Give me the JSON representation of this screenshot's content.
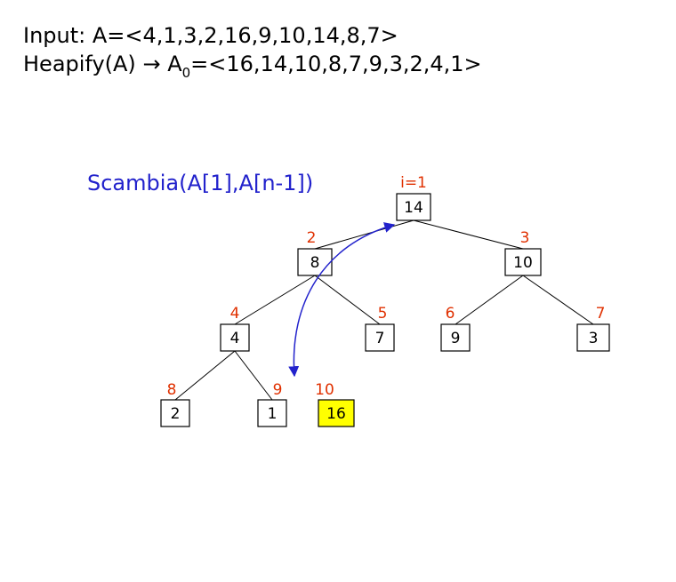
{
  "header": {
    "input_label": "Input: ",
    "input_value": "A=<4,1,3,2,16,9,10,14,8,7>",
    "heapify_call": "Heapify(A)",
    "arrow": "→",
    "result_var": "A",
    "result_sub": "0",
    "result_value": "=<16,14,10,8,7,9,3,2,4,1>"
  },
  "swap_label": "Scambia(A[1],A[n-1])",
  "colors": {
    "index": "#e03000",
    "swap": "#2222cc",
    "highlight": "#ffff00"
  },
  "tree": {
    "nodes": [
      {
        "id": 1,
        "index_label": "i=1",
        "value": "14",
        "highlight": false
      },
      {
        "id": 2,
        "index_label": "2",
        "value": "8",
        "highlight": false
      },
      {
        "id": 3,
        "index_label": "3",
        "value": "10",
        "highlight": false
      },
      {
        "id": 4,
        "index_label": "4",
        "value": "4",
        "highlight": false
      },
      {
        "id": 5,
        "index_label": "5",
        "value": "7",
        "highlight": false
      },
      {
        "id": 6,
        "index_label": "6",
        "value": "9",
        "highlight": false
      },
      {
        "id": 7,
        "index_label": "7",
        "value": "3",
        "highlight": false
      },
      {
        "id": 8,
        "index_label": "8",
        "value": "2",
        "highlight": false
      },
      {
        "id": 9,
        "index_label": "9",
        "value": "1",
        "highlight": false
      },
      {
        "id": 10,
        "index_label": "10",
        "value": "16",
        "highlight": true
      }
    ],
    "edges": [
      [
        1,
        2
      ],
      [
        1,
        3
      ],
      [
        2,
        4
      ],
      [
        2,
        5
      ],
      [
        3,
        6
      ],
      [
        3,
        7
      ],
      [
        4,
        8
      ],
      [
        4,
        9
      ]
    ],
    "swap": {
      "from": 9,
      "to": 1
    }
  }
}
